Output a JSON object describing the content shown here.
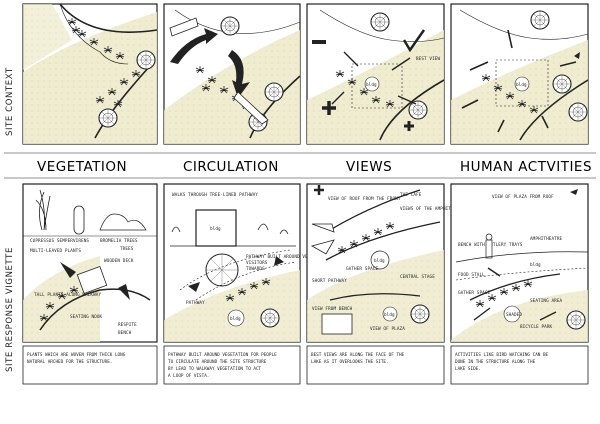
{
  "side_labels": {
    "top": "SITE CONTEXT",
    "bottom": "SITE RESPONSE VIGNETTE"
  },
  "headers": [
    "VEGETATION",
    "CIRCULATION",
    "VIEWS",
    "HUMAN ACTVITIES"
  ],
  "context_panels": [
    {
      "labels": []
    },
    {
      "labels": []
    },
    {
      "labels": [
        "BEST VIEW",
        "bldg"
      ]
    },
    {
      "labels": [
        "bldg"
      ]
    }
  ],
  "vignettes": [
    {
      "notes": [
        "CUPRESSUS SEMPERVIRENS",
        "BROMELIA TREES",
        "MULTI-LEAVED PLANTS",
        "WOODEN DECK",
        "TALL PLANTS ALONG WALKWAY",
        "RESPITE",
        "BENCH",
        "TREES",
        "SEATING NOOK"
      ]
    },
    {
      "notes": [
        "WALKS THROUGH TREE-LINED PATHWAY",
        "bldg",
        "PATHWAY BUILT AROUND VEGETATION TO INVITE",
        "VISITORS",
        "TOWARDS",
        "PATHWAY",
        "bldg"
      ]
    },
    {
      "notes": [
        "VIEW OF ROOF FROM THE FRONT",
        "THE CAFE",
        "VIEWS OF THE AMPHITHEATRE",
        "bldg",
        "GATHER SPACE",
        "CENTRAL STAGE",
        "SHORT PATHWAY",
        "VIEW FROM BENCH",
        "VIEW OF PLAZA",
        "bldg"
      ]
    },
    {
      "notes": [
        "VIEW OF PLAZA FROM ROOF",
        "BENCH WITH CUTLERY TRAYS",
        "AMPHITHEATRE",
        "SHADED",
        "bldg",
        "FOOD STALL",
        "SEATING AREA",
        "BICYCLE PARK",
        "GATHER SPACE"
      ]
    }
  ],
  "captions": [
    {
      "line1": "PLANTS WHICH ARE WOVEN FROM THICK LONG",
      "line2": "NATURAL ARCHED FOR THE STRUCTURE."
    },
    {
      "line1": "PATHWAY BUILT AROUND VEGETATION FOR PEOPLE",
      "line2": "TO CIRCULATE AROUND THE SITE STRUCTURE",
      "line3": "BY LEAD TO WALKWAY VEGETATION TO ACT",
      "line4": "A LOOP OF VISTA."
    },
    {
      "line1": "BEST VIEWS ARE ALONG THE FACE OF THE",
      "line2": "LAKE AS IT OVERLOOKS THE SITE."
    },
    {
      "line1": "ACTIVITIES LIKE BIRD WATCHING CAN BE",
      "line2": "DONE IN THE STRUCTURE ALONG THE",
      "line3": "LAKE SIDE."
    }
  ]
}
